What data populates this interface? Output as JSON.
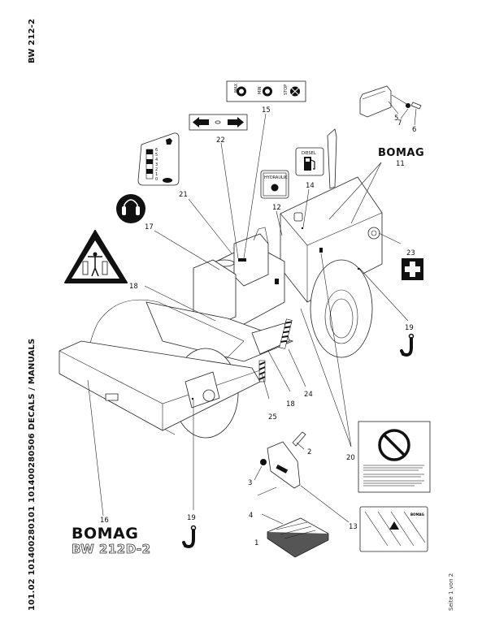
{
  "document": {
    "model_code": "BW 212-2",
    "footer_reference": "101.02 101400280101 101400280506 DECALS / MANUALS",
    "page_number": "Seite 1 von 2"
  },
  "brand": {
    "logo_text": "BOMAG",
    "model_decal_text": "BW 212D-2"
  },
  "decals": {
    "diesel_label": "DIESEL",
    "hydraulic_label": "HYDRAULIK",
    "throttle_labels": [
      "MAX",
      "MIN",
      "STOP"
    ],
    "speed_scale": [
      "6",
      "5",
      "4",
      "3",
      "2",
      "1",
      "0"
    ],
    "manual_brand": "BOMAG"
  },
  "callouts": [
    "1",
    "2",
    "3",
    "4",
    "5",
    "6",
    "7",
    "11",
    "12",
    "13",
    "14",
    "15",
    "16",
    "17",
    "18",
    "18",
    "19",
    "19",
    "20",
    "21",
    "22",
    "23",
    "24",
    "25"
  ],
  "colors": {
    "ink": "#111111",
    "paper": "#ffffff",
    "orange_tint": "#c97a2a"
  }
}
